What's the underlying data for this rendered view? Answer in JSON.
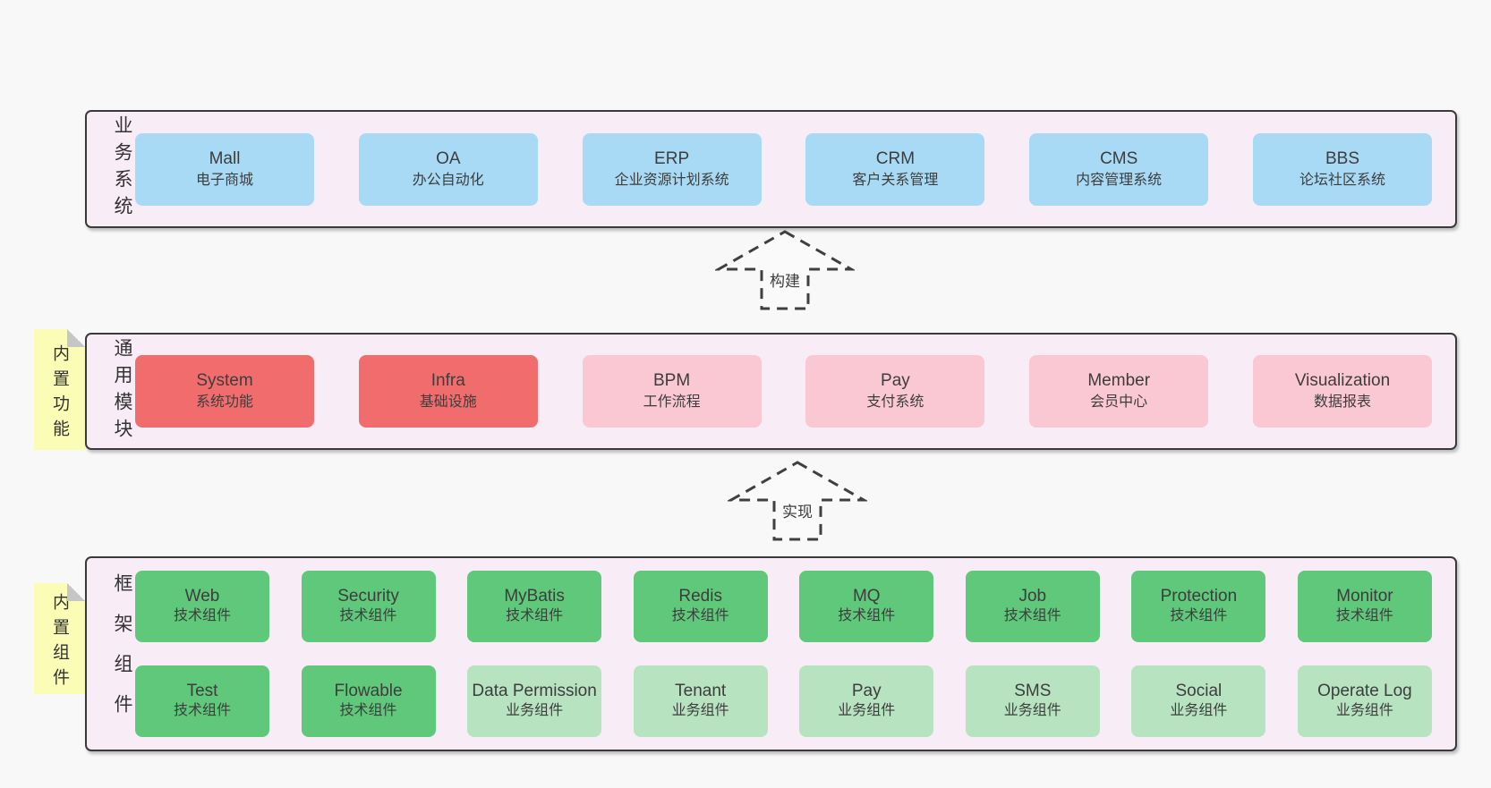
{
  "colors": {
    "band_bg": "#f8edf7",
    "blue": "#a8daf5",
    "red": "#f16d6d",
    "pink": "#fac8d2",
    "green_dark": "#5fc87a",
    "green_light": "#b7e3c0",
    "note_yellow": "#fbfcb6",
    "border": "#3a3a3a",
    "page_bg": "#f8f8f8"
  },
  "arrows": [
    {
      "label": "构建"
    },
    {
      "label": "实现"
    }
  ],
  "bands": {
    "business": {
      "label": "业务系统",
      "boxes": [
        {
          "name": "Mall",
          "desc": "电子商城"
        },
        {
          "name": "OA",
          "desc": "办公自动化"
        },
        {
          "name": "ERP",
          "desc": "企业资源计划系统"
        },
        {
          "name": "CRM",
          "desc": "客户关系管理"
        },
        {
          "name": "CMS",
          "desc": "内容管理系统"
        },
        {
          "name": "BBS",
          "desc": "论坛社区系统"
        }
      ]
    },
    "modules": {
      "label": "通用模块",
      "note": "内置功能",
      "boxes": [
        {
          "name": "System",
          "desc": "系统功能",
          "variant": "red"
        },
        {
          "name": "Infra",
          "desc": "基础设施",
          "variant": "red"
        },
        {
          "name": "BPM",
          "desc": "工作流程",
          "variant": "pink"
        },
        {
          "name": "Pay",
          "desc": "支付系统",
          "variant": "pink"
        },
        {
          "name": "Member",
          "desc": "会员中心",
          "variant": "pink"
        },
        {
          "name": "Visualization",
          "desc": "数据报表",
          "variant": "pink"
        }
      ]
    },
    "framework": {
      "label": "框架组件",
      "note": "内置组件",
      "row1": [
        {
          "name": "Web",
          "desc": "技术组件",
          "variant": "green_dark"
        },
        {
          "name": "Security",
          "desc": "技术组件",
          "variant": "green_dark"
        },
        {
          "name": "MyBatis",
          "desc": "技术组件",
          "variant": "green_dark"
        },
        {
          "name": "Redis",
          "desc": "技术组件",
          "variant": "green_dark"
        },
        {
          "name": "MQ",
          "desc": "技术组件",
          "variant": "green_dark"
        },
        {
          "name": "Job",
          "desc": "技术组件",
          "variant": "green_dark"
        },
        {
          "name": "Protection",
          "desc": "技术组件",
          "variant": "green_dark"
        },
        {
          "name": "Monitor",
          "desc": "技术组件",
          "variant": "green_dark"
        }
      ],
      "row2": [
        {
          "name": "Test",
          "desc": "技术组件",
          "variant": "green_dark"
        },
        {
          "name": "Flowable",
          "desc": "技术组件",
          "variant": "green_dark"
        },
        {
          "name": "Data Permission",
          "desc": "业务组件",
          "variant": "green_light"
        },
        {
          "name": "Tenant",
          "desc": "业务组件",
          "variant": "green_light"
        },
        {
          "name": "Pay",
          "desc": "业务组件",
          "variant": "green_light"
        },
        {
          "name": "SMS",
          "desc": "业务组件",
          "variant": "green_light"
        },
        {
          "name": "Social",
          "desc": "业务组件",
          "variant": "green_light"
        },
        {
          "name": "Operate Log",
          "desc": "业务组件",
          "variant": "green_light"
        }
      ]
    }
  }
}
